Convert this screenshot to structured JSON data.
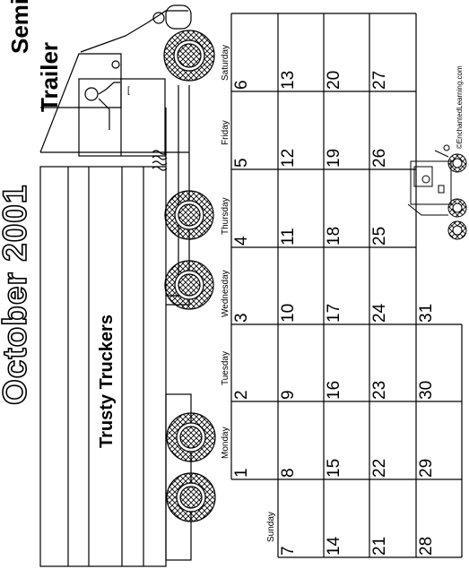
{
  "calendar": {
    "title": "October 2001",
    "subtitle_line1": "Semi and",
    "subtitle_line2": "Trailer",
    "truck_text": "Trusty Truckers",
    "credit": "©EnchantedLearning.com",
    "day_names": [
      "Sunday",
      "Monday",
      "Tuesday",
      "Wednesday",
      "Thursday",
      "Friday",
      "Saturday"
    ],
    "weeks": [
      [
        "",
        "1",
        "2",
        "3",
        "4",
        "5",
        "6"
      ],
      [
        "7",
        "8",
        "9",
        "10",
        "11",
        "12",
        "13"
      ],
      [
        "14",
        "15",
        "16",
        "17",
        "18",
        "19",
        "20"
      ],
      [
        "21",
        "22",
        "23",
        "24",
        "25",
        "26",
        "27"
      ],
      [
        "28",
        "29",
        "30",
        "31",
        "",
        "",
        ""
      ]
    ]
  }
}
